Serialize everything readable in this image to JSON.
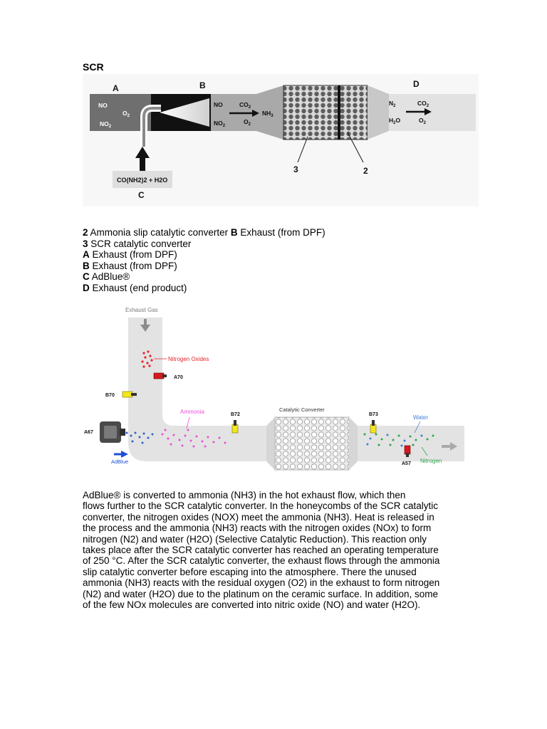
{
  "section_title": "SCR",
  "fig1": {
    "label_A": "A",
    "label_B": "B",
    "label_C": "C",
    "label_D": "D",
    "label_3": "3",
    "label_2": "2",
    "reagent_formula": "CO(NH2)2 + H2O"
  },
  "legend": [
    {
      "key": "2",
      "text": "Ammonia slip catalytic converter"
    },
    {
      "key": "B",
      "text": "Exhaust (from DPF)"
    },
    {
      "key": "3",
      "text": "SCR catalytic converter"
    },
    {
      "key": "A",
      "text": "Exhaust (from DPF)"
    },
    {
      "key": "B",
      "text": "Exhaust (from DPF)"
    },
    {
      "key": "C",
      "text": "AdBlue®"
    },
    {
      "key": "D",
      "text": "Exhaust (end product)"
    }
  ],
  "fig2": {
    "exhaust_gas": "Exhaust Gas",
    "nitrogen_oxides": "Nitrogen Oxides",
    "a70": "A70",
    "b70": "B70",
    "ammonia": "Ammonia",
    "b72": "B72",
    "catalytic_converter": "Catalytic Converter",
    "b73": "B73",
    "water": "Water",
    "a67": "A67",
    "adblue": "AdBlue",
    "a57": "A57",
    "nitrogen": "Nitrogen"
  },
  "paragraph_lines": [
    "AdBlue® is converted to ammonia (NH3) in the hot exhaust flow, which then",
    "flows further to the SCR catalytic converter. In the honeycombs of the SCR catalytic",
    "converter, the nitrogen oxides (NOX) meet the ammonia (NH3). Heat is released in",
    "the process and the ammonia (NH3) reacts with the nitrogen oxides (NOx) to form",
    "nitrogen (N2) and water (H2O) (Selective Catalytic Reduction). This reaction only",
    "takes place after the SCR catalytic converter has reached an operating temperature",
    "of 250 °C. After the SCR catalytic converter, the exhaust flows through the ammonia",
    "slip catalytic converter before escaping into the atmosphere. There the unused",
    "ammonia (NH3) reacts with the residual oxygen (O2) in the exhaust to form nitrogen",
    "(N2) and water (H2O) due to the platinum on the ceramic surface. In addition, some",
    "of the few NOx molecules are converted into nitric oxide (NO) and water (H2O)."
  ],
  "colors": {
    "nitrogen_oxides": "#e8232a",
    "ammonia": "#e84fd6",
    "water": "#3a7fd5",
    "nitrogen": "#2aa84a",
    "sensor_yellow": "#f2e61c",
    "sensor_red": "#d8181e"
  }
}
